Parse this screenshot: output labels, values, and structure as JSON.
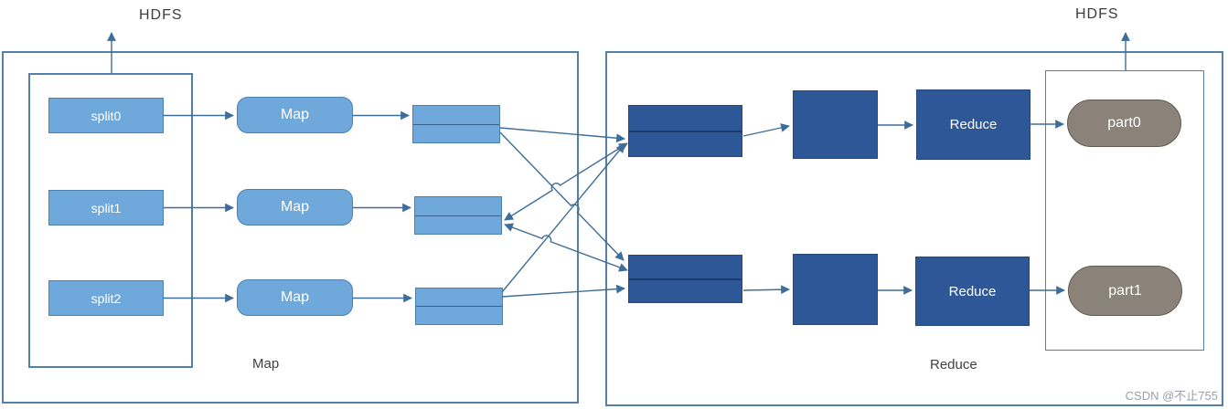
{
  "labels": {
    "hdfs_left": "HDFS",
    "hdfs_right": "HDFS",
    "map_section": "Map",
    "reduce_section": "Reduce"
  },
  "watermark": "CSDN @不止755",
  "map_side": {
    "splits": [
      {
        "label": "split0"
      },
      {
        "label": "split1"
      },
      {
        "label": "split2"
      }
    ],
    "mappers": [
      {
        "label": "Map"
      },
      {
        "label": "Map"
      },
      {
        "label": "Map"
      }
    ]
  },
  "reduce_side": {
    "reducers": [
      {
        "label": "Reduce"
      },
      {
        "label": "Reduce"
      }
    ],
    "outputs": [
      {
        "label": "part0"
      },
      {
        "label": "part1"
      }
    ]
  },
  "colors": {
    "light_blue": "#6FA8DB",
    "dark_blue": "#2E5797",
    "capsule_gray": "#8B8379",
    "line": "#3E6D97",
    "container_border": "#537FA9",
    "label_text": "#404040",
    "watermark_text": "#9BA1A8"
  },
  "edges": [
    {
      "from": "inner-left-box",
      "to": "hdfs-left",
      "pts": [
        [
          122,
          80
        ],
        [
          122,
          36
        ]
      ],
      "arrow": "end"
    },
    {
      "from": "inner-right-box",
      "to": "hdfs-right",
      "pts": [
        [
          1231,
          77
        ],
        [
          1231,
          36
        ]
      ],
      "arrow": "end"
    },
    {
      "from": "split0",
      "to": "map0",
      "pts": [
        [
          179,
          126.5
        ],
        [
          255,
          126.5
        ]
      ],
      "arrow": "end"
    },
    {
      "from": "split1",
      "to": "map1",
      "pts": [
        [
          179,
          227.5
        ],
        [
          255,
          227.5
        ]
      ],
      "arrow": "end"
    },
    {
      "from": "split2",
      "to": "map2",
      "pts": [
        [
          179,
          326.5
        ],
        [
          255,
          326.5
        ]
      ],
      "arrow": "end"
    },
    {
      "from": "map0",
      "to": "buffer0",
      "pts": [
        [
          386,
          126.5
        ],
        [
          447,
          126.5
        ]
      ],
      "arrow": "end"
    },
    {
      "from": "map1",
      "to": "buffer1",
      "pts": [
        [
          386,
          227.5
        ],
        [
          449,
          227.5
        ]
      ],
      "arrow": "end"
    },
    {
      "from": "map2",
      "to": "buffer2",
      "pts": [
        [
          386,
          326.5
        ],
        [
          450,
          326.5
        ]
      ],
      "arrow": "end"
    },
    {
      "from": "buffer0",
      "to": "merge-top",
      "pts": [
        [
          547,
          140
        ],
        [
          683,
          152
        ]
      ],
      "arrow": "end"
    },
    {
      "from": "buffer0",
      "to": "merge-bottom",
      "pts": [
        [
          547,
          145
        ],
        [
          682,
          285
        ]
      ],
      "arrow": "end",
      "hops": [
        {
          "t": 0.6,
          "sweep": 1
        }
      ]
    },
    {
      "from": "merge-top",
      "to": "buffer1",
      "pts": [
        [
          686,
          157
        ],
        [
          552,
          241
        ]
      ],
      "arrow": "both",
      "hops": [
        {
          "t": 0.58,
          "sweep": 0
        }
      ]
    },
    {
      "from": "merge-bottom",
      "to": "buffer1",
      "pts": [
        [
          686,
          296
        ],
        [
          552,
          246
        ]
      ],
      "arrow": "both",
      "hops": [
        {
          "t": 0.66,
          "sweep": 0
        }
      ]
    },
    {
      "from": "buffer2",
      "to": "merge-top",
      "pts": [
        [
          549,
          320
        ],
        [
          683,
          158
        ]
      ],
      "arrow": "end"
    },
    {
      "from": "buffer2",
      "to": "merge-bottom",
      "pts": [
        [
          549,
          325
        ],
        [
          683,
          316
        ]
      ],
      "arrow": "end"
    },
    {
      "from": "merge-top",
      "to": "sort-top",
      "pts": [
        [
          813,
          149
        ],
        [
          863,
          138
        ]
      ],
      "arrow": "end"
    },
    {
      "from": "merge-bottom",
      "to": "sort-bottom",
      "pts": [
        [
          813,
          318
        ],
        [
          863,
          317
        ]
      ],
      "arrow": "end"
    },
    {
      "from": "sort-top",
      "to": "reduce0",
      "pts": [
        [
          960,
          137
        ],
        [
          998,
          137
        ]
      ],
      "arrow": "end"
    },
    {
      "from": "sort-bottom",
      "to": "reduce1",
      "pts": [
        [
          960,
          318
        ],
        [
          997,
          318
        ]
      ],
      "arrow": "end"
    },
    {
      "from": "reduce0",
      "to": "part0",
      "pts": [
        [
          1127,
          136
        ],
        [
          1163,
          136
        ]
      ],
      "arrow": "end"
    },
    {
      "from": "reduce1",
      "to": "part1",
      "pts": [
        [
          1126,
          318
        ],
        [
          1164,
          318
        ]
      ],
      "arrow": "end"
    }
  ]
}
